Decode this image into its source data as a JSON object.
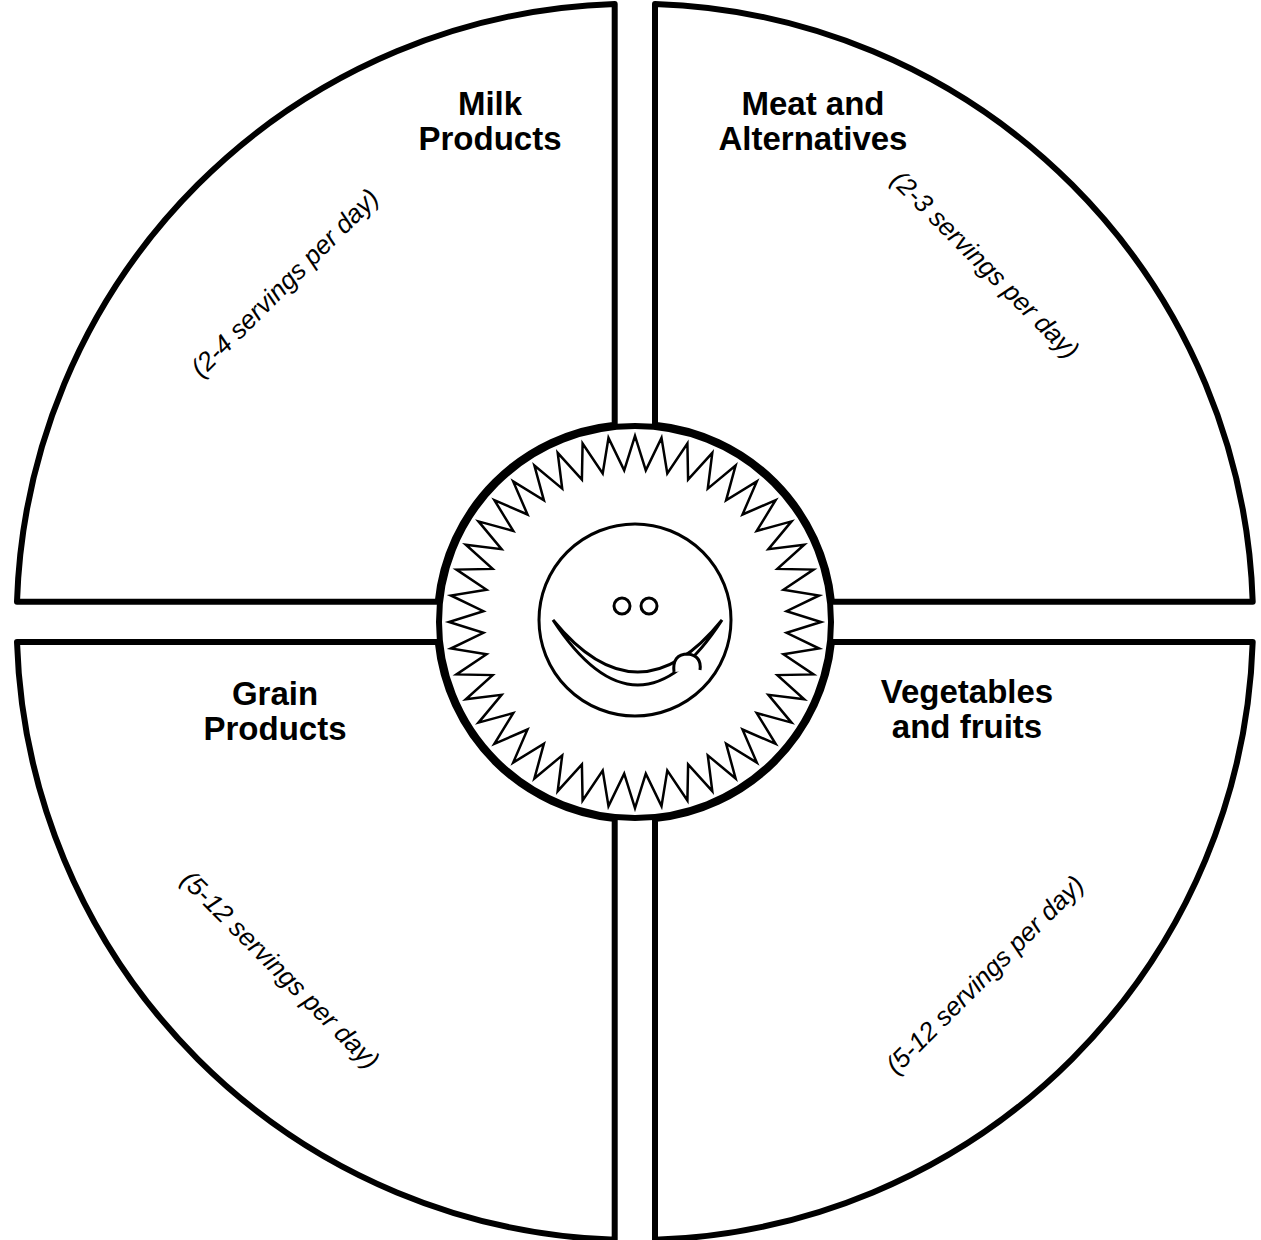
{
  "diagram": {
    "nodes": [
      {
        "text": [
          "Milk Products",
          "(2-4 servings per day)"
        ]
      },
      {
        "text": [
          "Meat and Alternatives",
          "(2-3 servings per day)"
        ]
      },
      {
        "text": [
          "Grain Products",
          "(5-12 servings per day)"
        ]
      },
      {
        "text": [
          "Vegetables and fruits",
          "(5-12 servings per day)"
        ]
      }
    ]
  }
}
